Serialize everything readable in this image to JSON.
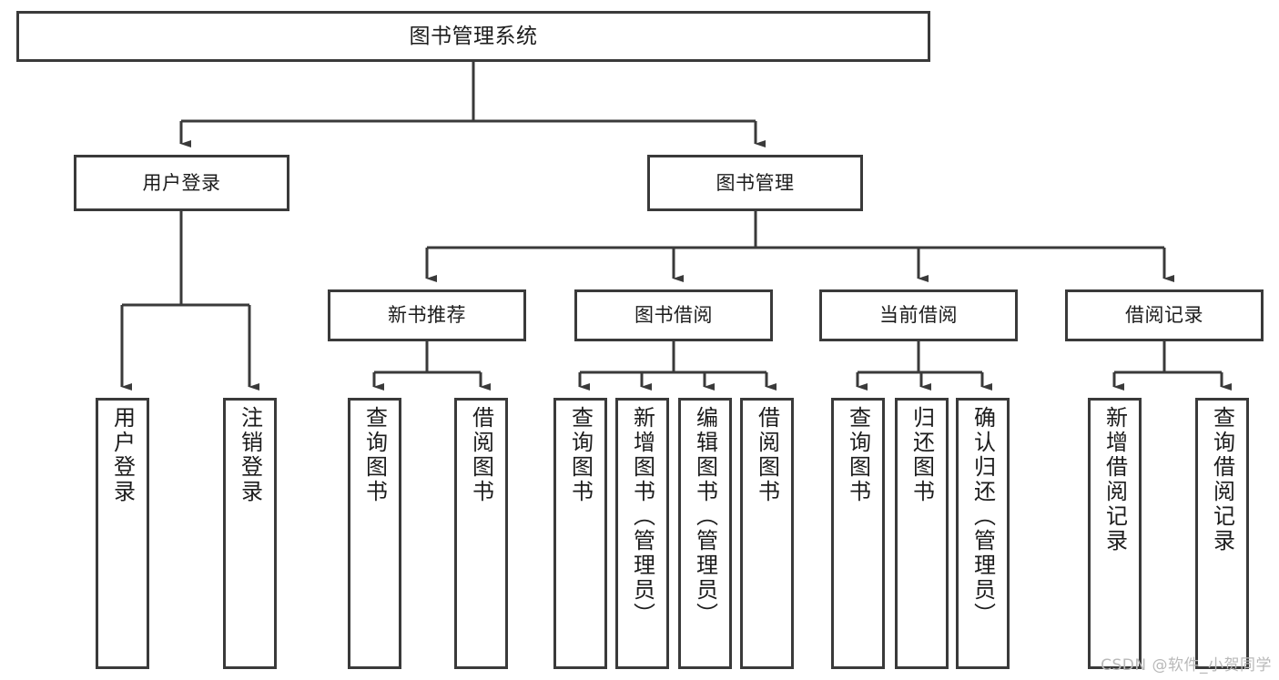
{
  "diagram": {
    "type": "tree",
    "title": "图书管理系统",
    "background_color": "#ffffff",
    "border_color": "#3a3a3a",
    "text_color": "#1c1c1c",
    "watermark": "CSDN @软件_小贺同学",
    "nodes": {
      "root": {
        "label": "图书管理系统"
      },
      "level2": [
        {
          "label": "用户登录"
        },
        {
          "label": "图书管理"
        }
      ],
      "level3": [
        {
          "label": "新书推荐"
        },
        {
          "label": "图书借阅"
        },
        {
          "label": "当前借阅"
        },
        {
          "label": "借阅记录"
        }
      ],
      "leaves_user_login": [
        {
          "label": "用户登录"
        },
        {
          "label": "注销登录"
        }
      ],
      "leaves_new_book": [
        {
          "label": "查询图书"
        },
        {
          "label": "借阅图书"
        }
      ],
      "leaves_borrow": [
        {
          "label": "查询图书"
        },
        {
          "label": "新增图书（管理员）"
        },
        {
          "label": "编辑图书（管理员）"
        },
        {
          "label": "借阅图书"
        }
      ],
      "leaves_current": [
        {
          "label": "查询图书"
        },
        {
          "label": "归还图书"
        },
        {
          "label": "确认归还（管理员）"
        }
      ],
      "leaves_record": [
        {
          "label": "新增借阅记录"
        },
        {
          "label": "查询借阅记录"
        }
      ]
    }
  }
}
